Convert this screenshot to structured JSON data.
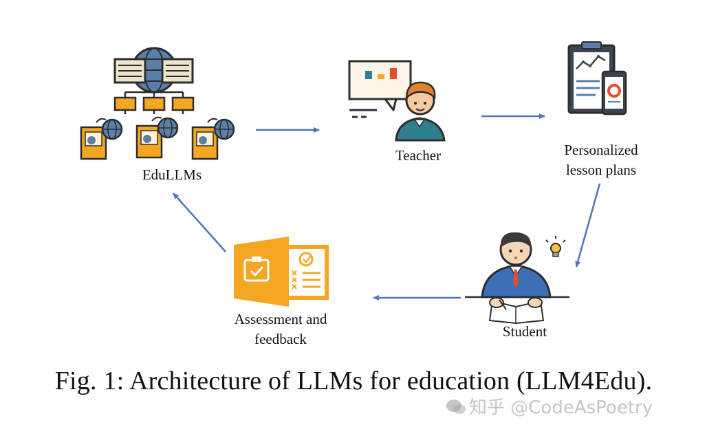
{
  "nodes": {
    "edullms": "EduLLMs",
    "teacher": "Teacher",
    "lesson_plans_line1": "Personalized",
    "lesson_plans_line2": "lesson plans",
    "student": "Student",
    "assessment_line1": "Assessment and",
    "assessment_line2": "feedback"
  },
  "caption": "Fig. 1: Architecture of LLMs for education (LLM4Edu).",
  "watermark": {
    "text": "知乎 @CodeAsPoetry",
    "icon": "wechat-icon"
  },
  "colors": {
    "arrow": "#4f75b5",
    "orange": "#f5a623",
    "dark": "#3a3a3a",
    "blue_globe": "#5a7fa8",
    "teacher_shirt": "#2f7f8f",
    "student_suit": "#3d6fb6"
  }
}
